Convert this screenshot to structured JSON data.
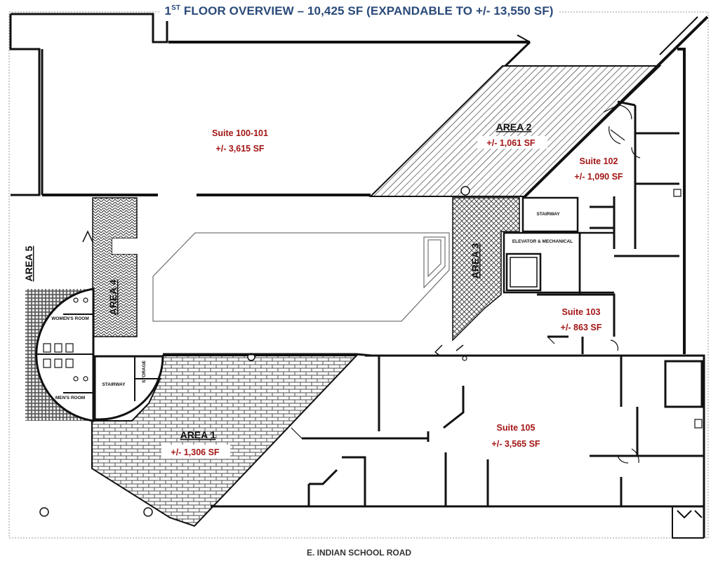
{
  "title": {
    "prefix": "1",
    "superscript": "ST",
    "rest": " FLOOR OVERVIEW – 10,425 SF (EXPANDABLE TO +/- 13,550 SF)"
  },
  "street": "E. INDIAN SCHOOL ROAD",
  "suites": {
    "s100": {
      "name": "Suite 100-101",
      "area": "+/- 3,615 SF"
    },
    "s102": {
      "name": "Suite 102",
      "area": "+/- 1,090 SF"
    },
    "s103": {
      "name": "Suite 103",
      "area": "+/- 863 SF"
    },
    "s105": {
      "name": "Suite 105",
      "area": "+/- 3,565 SF"
    }
  },
  "areas": {
    "a1": {
      "name": "AREA 1",
      "area": "+/- 1,306 SF"
    },
    "a2": {
      "name": "AREA 2",
      "area": "+/- 1,061 SF"
    },
    "a3": {
      "name": "AREA 3"
    },
    "a4": {
      "name": "AREA 4"
    },
    "a5": {
      "name": "AREA 5"
    }
  },
  "rooms": {
    "womens": "WOMEN'S ROOM",
    "mens": "MEN'S ROOM",
    "stair_left": "STAIRWAY",
    "storage": "STORAGE",
    "stair_right": "STAIRWAY",
    "elevator": "ELEVATOR & MECHANICAL"
  },
  "colors": {
    "suite_text": "#a31515",
    "title_text": "#2a4a7a",
    "walls": "#111111"
  }
}
